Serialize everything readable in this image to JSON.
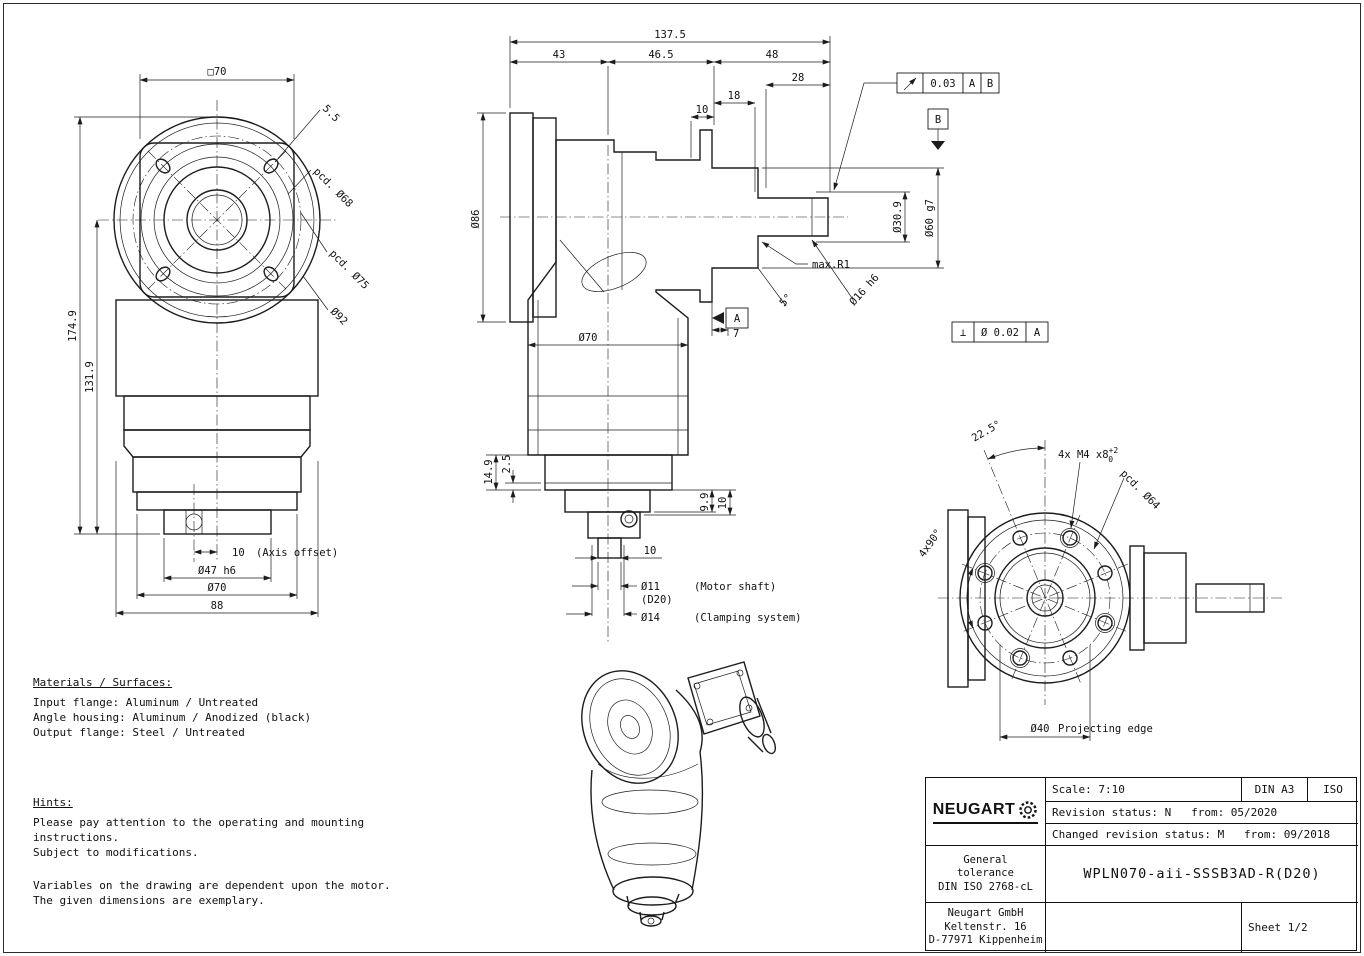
{
  "front_view": {
    "square": "□70",
    "hole_dia": "5.5",
    "pcd68": "pcd. Ø68",
    "pcd75": "pcd. Ø75",
    "d92": "Ø92",
    "total_height": "174.9",
    "body_height": "131.9",
    "axis_offset_value": "10",
    "axis_offset_note": "(Axis offset)",
    "d47": "Ø47 h6",
    "d70": "Ø70",
    "width88": "88"
  },
  "side_view": {
    "len_total": "137.5",
    "len_43": "43",
    "len_465": "46.5",
    "len_48": "48",
    "len_28": "28",
    "len_18": "18",
    "len_10": "10",
    "d86": "Ø86",
    "d309": "Ø30.9",
    "d60": "Ø60 g7",
    "max_r1": "max.R1",
    "d16": "Ø16 h6",
    "angle5": "5°",
    "len_7": "7",
    "d70": "Ø70",
    "len_149": "14.9",
    "len_25": "2.5",
    "len_99": "9.9",
    "len_10b": "10",
    "len_10c": "10",
    "d11": "Ø11",
    "motor_shaft_note": "(Motor shaft)",
    "d20_note": "(D20)",
    "d14": "Ø14",
    "clamping_note": "(Clamping system)",
    "runout_tol": "0.03",
    "runout_datum1": "A",
    "runout_datum2": "B",
    "datum_b": "B",
    "perp_symbol": "⊥",
    "perp_tol": "Ø 0.02",
    "perp_datum": "A",
    "view_arrow_a": "A"
  },
  "rear_view": {
    "angle225": "22.5°",
    "thread": "4x M4  x8",
    "thread_tol_up": "+2",
    "thread_tol_dn": "0",
    "pcd64": "pcd. Ø64",
    "angle4x90": "4x90°",
    "d40": "Ø40",
    "projecting_edge": "Projecting edge"
  },
  "notes": {
    "materials_heading": "Materials / Surfaces:",
    "materials": [
      "Input flange: Aluminum / Untreated",
      "Angle housing: Aluminum / Anodized (black)",
      "Output flange: Steel / Untreated"
    ],
    "hints_heading": "Hints:",
    "hints_1": "Please pay attention to the operating and mounting instructions.",
    "hints_2": "Subject to modifications.",
    "hints_3": "Variables on the drawing are dependent upon the motor.",
    "hints_4": "The given dimensions are exemplary."
  },
  "title_block": {
    "brand": "NEUGART",
    "scale": "Scale: 7:10",
    "format": "DIN A3",
    "standard": "ISO",
    "revision": "Revision status: N   from: 05/2020",
    "changed_revision": "Changed revision status: M   from: 09/2018",
    "tolerance_line1": "General",
    "tolerance_line2": "tolerance",
    "tolerance_line3": "DIN ISO 2768-cL",
    "part_number": "WPLN070-aii-SSSB3AD-R(D20)",
    "company_line1": "Neugart GmbH",
    "company_line2": "Keltenstr. 16",
    "company_line3": "D-77971 Kippenheim",
    "sheet": "Sheet 1/2"
  }
}
